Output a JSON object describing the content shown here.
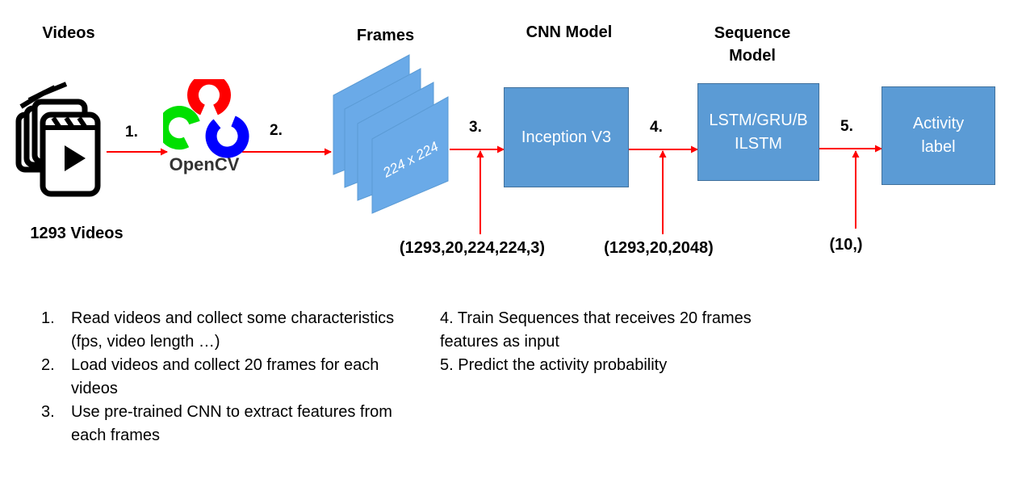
{
  "headers": {
    "videos": "Videos",
    "frames": "Frames",
    "cnn_model": "CNN Model",
    "sequence_model": "Sequence Model"
  },
  "videos_count": "1293 Videos",
  "opencv_label": "OpenCV",
  "frame_label": "224 x 224",
  "boxes": {
    "inception": "Inception V3",
    "lstm": "LSTM/GRU/B ILSTM",
    "activity": "Activity label"
  },
  "steps": [
    "1.",
    "2.",
    "3.",
    "4.",
    "5."
  ],
  "shapes": {
    "frames_shape": "(1293,20,224,224,3)",
    "features_shape": "(1293,20,2048)",
    "output_shape": "(10,)"
  },
  "notes_left": [
    {
      "num": "1.",
      "text": "Read videos and collect some characteristics (fps, video length …)"
    },
    {
      "num": "2.",
      "text": "Load videos and collect 20 frames for each videos"
    },
    {
      "num": "3.",
      "text": "Use pre-trained CNN to extract features from each frames"
    }
  ],
  "notes_right": [
    "4. Train Sequences that receives 20 frames features as input",
    "5. Predict the activity probability"
  ],
  "colors": {
    "box_fill": "#5b9bd5",
    "box_border": "#41719c",
    "frame_fill": "#6aaae8",
    "arrow": "#ff0000",
    "opencv_red": "#ff0000",
    "opencv_green": "#00e000",
    "opencv_blue": "#0000ff"
  }
}
